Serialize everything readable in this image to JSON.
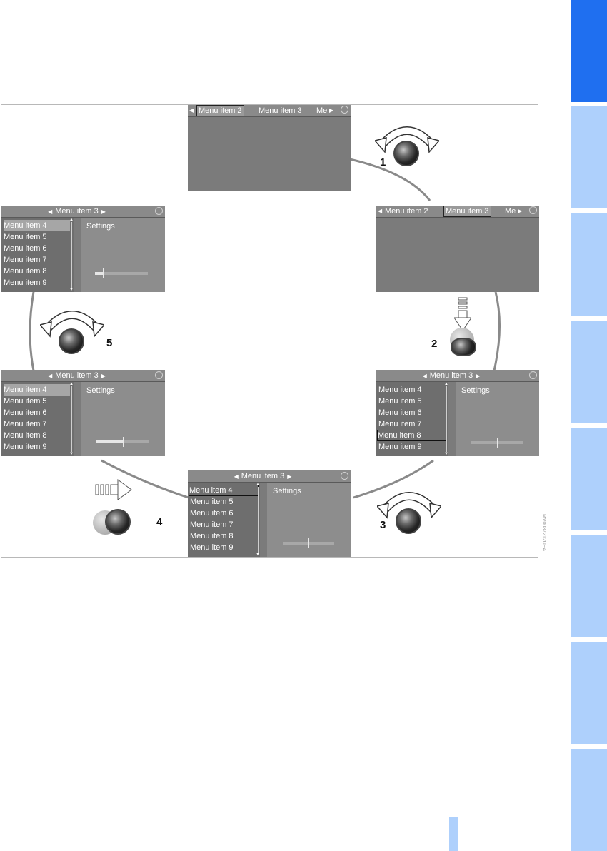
{
  "side_tabs": [
    "",
    "",
    "",
    "",
    "",
    "",
    "",
    ""
  ],
  "figure": {
    "reference_code": "MV0087212UEA",
    "steps": [
      "1",
      "2",
      "3",
      "4",
      "5"
    ],
    "screens": {
      "top": {
        "items": [
          "Menu item 2",
          "Menu item 3",
          "Me"
        ]
      },
      "right_top": {
        "items": [
          "Menu item 2",
          "Menu item 3",
          "Me"
        ]
      },
      "left_top": {
        "title": "Menu item 3",
        "settings_label": "Settings",
        "list": [
          "Menu item 4",
          "Menu item 5",
          "Menu item 6",
          "Menu item 7",
          "Menu item 8",
          "Menu item 9"
        ],
        "slider_level": 0.15
      },
      "left_mid": {
        "title": "Menu item 3",
        "settings_label": "Settings",
        "list": [
          "Menu item 4",
          "Menu item 5",
          "Menu item 6",
          "Menu item 7",
          "Menu item 8",
          "Menu item 9"
        ],
        "slider_level": 0.5
      },
      "right_mid": {
        "title": "Menu item 3",
        "settings_label": "Settings",
        "list": [
          "Menu item 4",
          "Menu item 5",
          "Menu item 6",
          "Menu item 7",
          "Menu item 8",
          "Menu item 9"
        ],
        "slider_level": 0.5
      },
      "bottom": {
        "title": "Menu item 3",
        "settings_label": "Settings",
        "list": [
          "Menu item 4",
          "Menu item 5",
          "Menu item 6",
          "Menu item 7",
          "Menu item 8",
          "Menu item 9"
        ],
        "slider_level": 0.5
      }
    },
    "colors": {
      "tab_active": "#1f6ff0",
      "tab_inactive": "#aed0fc",
      "screen_bg": "#7b7b7b"
    }
  }
}
